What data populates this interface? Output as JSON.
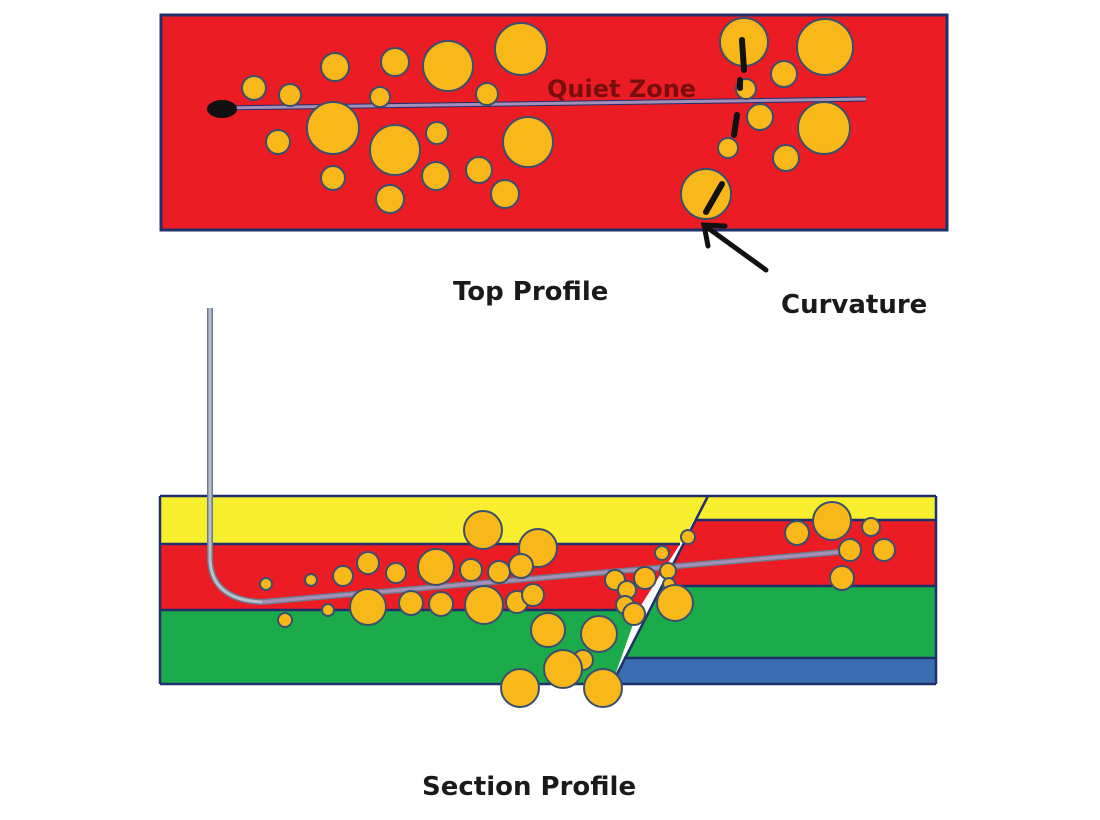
{
  "labels": {
    "quiet_zone": "Quiet Zone",
    "top_profile": "Top Profile",
    "curvature": "Curvature",
    "section_profile": "Section Profile"
  },
  "colors": {
    "red_layer": "#ec1c24",
    "yellow_layer": "#f7ee2e",
    "green_layer": "#1cab4b",
    "blue_layer": "#3b6db3",
    "outline": "#1f2f6b",
    "bubble_fill": "#f8b81a",
    "bubble_stroke": "#3a4f6e",
    "well_path": "#a58fb8",
    "wellbore": "#b8c0cc"
  }
}
